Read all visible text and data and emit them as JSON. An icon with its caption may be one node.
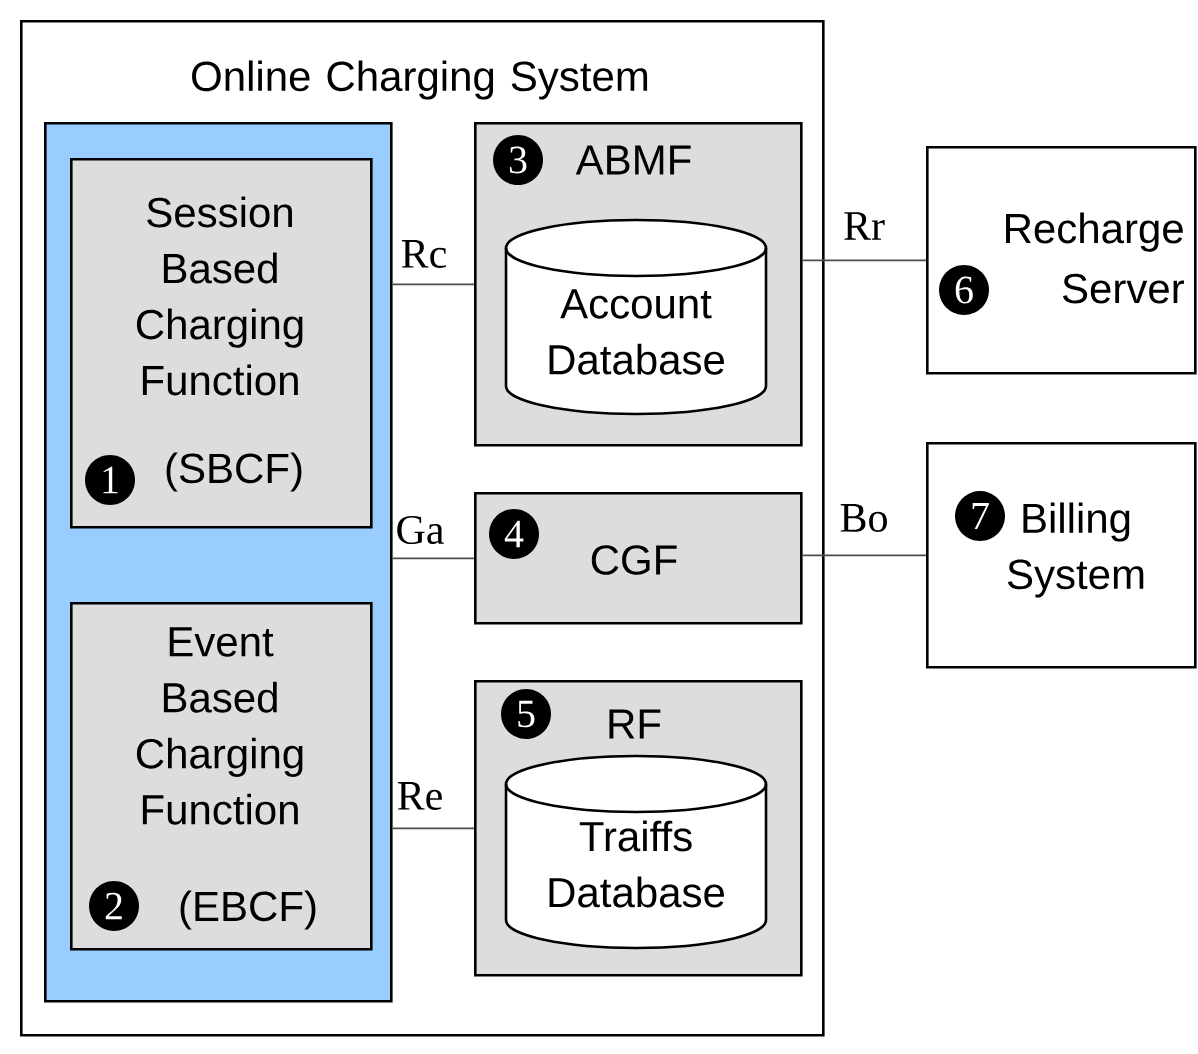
{
  "diagram": {
    "nodes": [
      {
        "text": [
          "Online Charging System"
        ]
      },
      {
        "text": [],
        "shape": "box",
        "in": 0
      },
      {
        "text": [
          "Session Based Charging Function",
          "1",
          "(SBCF)"
        ],
        "in": 1
      },
      {
        "text": [
          "Event Based Charging Function",
          "2",
          "(EBCF)"
        ],
        "in": 1
      },
      {
        "text": [
          "3",
          "ABMF"
        ],
        "in": 0
      },
      {
        "text": [
          "Account Database"
        ],
        "in": 4
      },
      {
        "text": [
          "4",
          "CGF"
        ],
        "in": 0
      },
      {
        "text": [
          "5",
          "RF"
        ],
        "in": 0
      },
      {
        "text": [
          "Traiffs Database"
        ],
        "in": 7
      },
      {
        "text": [
          "6",
          "Recharge Server"
        ]
      },
      {
        "text": [
          "7",
          "Billing System"
        ]
      }
    ],
    "edges": [
      {
        "from": 1,
        "to": 4,
        "arrow": "none",
        "label": "Rc"
      },
      {
        "from": 1,
        "to": 6,
        "arrow": "none",
        "label": "Ga"
      },
      {
        "from": 1,
        "to": 7,
        "arrow": "none",
        "label": "Re"
      },
      {
        "from": 4,
        "to": 9,
        "arrow": "none",
        "label": "Rr"
      },
      {
        "from": 6,
        "to": 10,
        "arrow": "none",
        "label": "Bo"
      }
    ]
  }
}
